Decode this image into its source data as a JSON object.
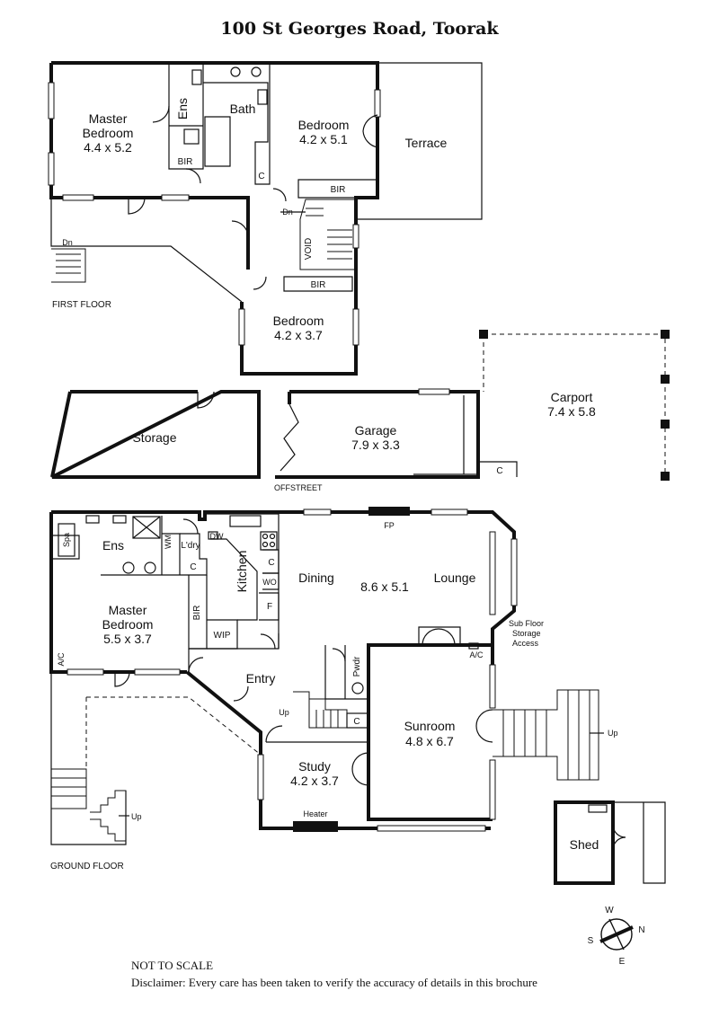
{
  "title": "100 St Georges Road, Toorak",
  "floors": {
    "first": "FIRST FLOOR",
    "ground": "GROUND FLOOR",
    "offstreet": "OFFSTREET"
  },
  "first_floor": {
    "master_bedroom": {
      "name1": "Master",
      "name2": "Bedroom",
      "dims": "4.4 x 5.2"
    },
    "ens": "Ens",
    "bath": "Bath",
    "bir_master": "BIR",
    "c_first": "C",
    "bedroom1": {
      "name": "Bedroom",
      "dims": "4.2 x 5.1"
    },
    "terrace": "Terrace",
    "bir_bed1": "BIR",
    "dn_stairs": "Dn",
    "void": "VOID",
    "bir_bed2": "BIR",
    "bedroom2": {
      "name": "Bedroom",
      "dims": "4.2 x 3.7"
    },
    "dn_outside": "Dn"
  },
  "outbuildings": {
    "storage": "Storage",
    "garage": {
      "name": "Garage",
      "dims": "7.9 x 3.3"
    },
    "carport": {
      "name": "Carport",
      "dims": "7.4 x 5.8"
    },
    "c_carport": "C",
    "shed": "Shed"
  },
  "ground_floor": {
    "spa": "Spa",
    "ens": "Ens",
    "wm": "WM",
    "laundry": "L'dry",
    "dw": "DW",
    "c_laundry": "C",
    "kitchen": "Kitchen",
    "c_kitchen": "C",
    "wo": "WO",
    "f": "F",
    "wip": "WIP",
    "bir": "BIR",
    "master_bedroom": {
      "name1": "Master",
      "name2": "Bedroom",
      "dims": "5.5 x 3.7"
    },
    "ac_left": "A/C",
    "dining": "Dining",
    "living_dims": "8.6 x 5.1",
    "lounge": "Lounge",
    "fp": "FP",
    "sub_floor": [
      "Sub Floor",
      "Storage",
      "Access"
    ],
    "ac_right": "A/C",
    "entry": "Entry",
    "pwdr": "Pwdr",
    "up_inside": "Up",
    "c_entry": "C",
    "sunroom": {
      "name": "Sunroom",
      "dims": "4.8 x 6.7"
    },
    "study": {
      "name": "Study",
      "dims": "4.2 x 3.7"
    },
    "heater": "Heater",
    "up_deck": "Up",
    "up_left": "Up"
  },
  "compass": {
    "n": "N",
    "s": "S",
    "e": "E",
    "w": "W"
  },
  "footer": {
    "not_to_scale": "NOT TO SCALE",
    "disclaimer": "Disclaimer: Every care has been taken to verify the accuracy of details in this brochure"
  }
}
